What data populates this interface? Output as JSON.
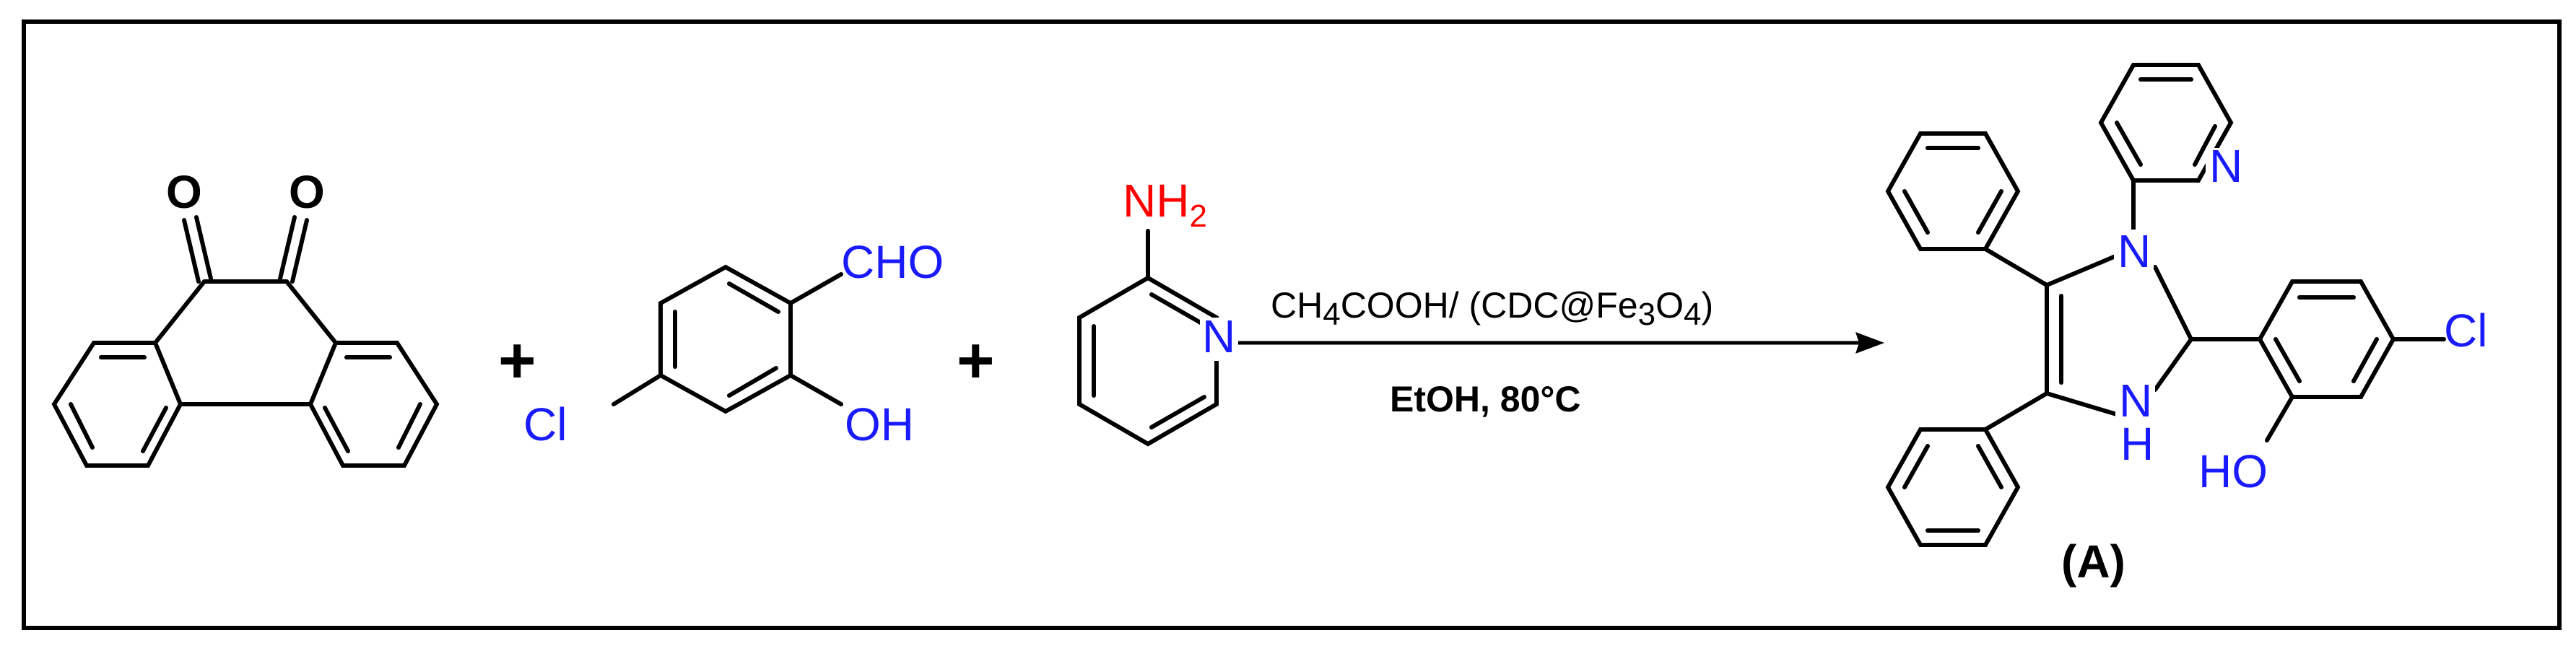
{
  "colors": {
    "frame": "#000000",
    "bond": "#000000",
    "heteroatom_blue": "#1a1aff",
    "heteroatom_red": "#ff0000",
    "nitrogen_blue": "#1a1aff"
  },
  "reactant1": {
    "o_left": "O",
    "o_right": "O"
  },
  "plus1": "+",
  "reactant2": {
    "cho": "CHO",
    "oh": "OH",
    "cl": "Cl"
  },
  "plus2": "+",
  "reactant3": {
    "nh2_main": "NH",
    "nh2_sub": "2",
    "n": "N"
  },
  "conditions": {
    "line1": {
      "a": "CH",
      "b": "4",
      "c": "COOH/ (CDC@Fe",
      "d": "3",
      "e": "O",
      "f": "4",
      "g": ")"
    },
    "line2": "EtOH, 80°C"
  },
  "product": {
    "n_top": "N",
    "n_pyr": "N",
    "nh_n": "N",
    "nh_h": "H",
    "cl": "Cl",
    "ho": "HO",
    "label": "(A)"
  }
}
